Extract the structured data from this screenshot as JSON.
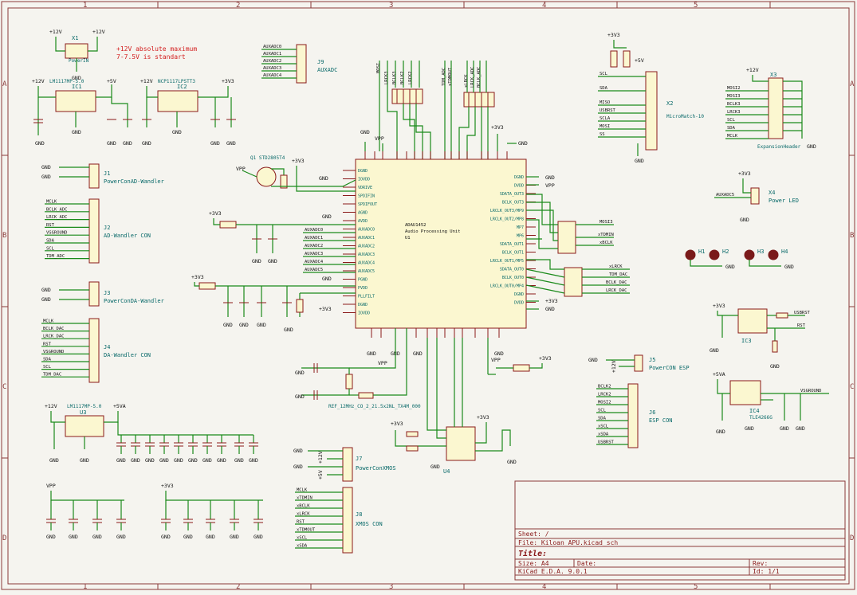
{
  "note": {
    "line1": "+12V absolute maximum",
    "line2": "7-7.5V is standart"
  },
  "frame": {
    "cols": [
      "1",
      "2",
      "3",
      "4",
      "5"
    ],
    "rows": [
      "A",
      "B",
      "C",
      "D"
    ]
  },
  "title_block": {
    "sheet": "Sheet: /",
    "file": "File: Kiloan APU.kicad_sch",
    "title": "Title:",
    "size": "Size: A4",
    "date": "Date:",
    "rev": "Rev:",
    "tool": "KiCad E.D.A. 9.0.1",
    "id": "Id: 1/1"
  },
  "main_ic": {
    "ref": "U1",
    "value": "ADAU1452",
    "desc": "Audio Processing Unit",
    "left_pins": [
      "DGND",
      "IOVDD",
      "VDRIVE",
      "SPDIFIN",
      "SPDIFOUT",
      "AGND",
      "AVDD",
      "AUXADC0",
      "AUXADC1",
      "AUXADC2",
      "AUXADC3",
      "AUXADC4",
      "AUXADC5",
      "PGND",
      "PVDD",
      "PLLFILT",
      "DGND",
      "IOVDD"
    ],
    "right_pins": [
      "DGND",
      "DVDD",
      "SDATA_OUT3",
      "BCLK_OUT3",
      "LRCLK_OUT3/MP9",
      "LRCLK_OUT2/MP8",
      "MP7",
      "MP6",
      "SDATA_OUT1",
      "BCLK_OUT1",
      "LRCLK_OUT1/MP5",
      "SDATA_OUT0",
      "BCLK_OUT0",
      "LRCLK_OUT0/MP4",
      "DGND",
      "DVDD"
    ]
  },
  "connectors": {
    "j1": {
      "ref": "J1",
      "name": "PowerConAD-Wandler",
      "pins": [
        "GND",
        "GND"
      ]
    },
    "j2": {
      "ref": "J2",
      "name": "AD-Wandler CON",
      "pins": [
        "MCLK",
        "BCLK_ADC",
        "LRCK_ADC",
        "RST",
        "VSGROUND",
        "SDA",
        "SCL",
        "TDM_ADC"
      ]
    },
    "j3": {
      "ref": "J3",
      "name": "PowerConDA-Wandler",
      "pins": [
        "GND",
        "GND"
      ]
    },
    "j4": {
      "ref": "J4",
      "name": "DA-Wandler CON",
      "pins": [
        "MCLK",
        "BCLK_DAC",
        "LRCK_DAC",
        "RST",
        "VSGROUND",
        "SDA",
        "SCL",
        "TDM_DAC"
      ]
    },
    "j5": {
      "ref": "J5",
      "name": "PowerCON ESP",
      "pins": [
        "GND",
        "+12V"
      ]
    },
    "j6": {
      "ref": "J6",
      "name": "ESP CON",
      "pins": [
        "BCLK2",
        "LRCK2",
        "MOSI2",
        "SCL",
        "SDA",
        "xSCL",
        "xSDA",
        "USBRST"
      ]
    },
    "j7": {
      "ref": "J7",
      "name": "PowerConXMOS",
      "pins": [
        "GND",
        "GND",
        "+12V",
        "+5V"
      ]
    },
    "j8": {
      "ref": "J8",
      "name": "XMOS CON",
      "pins": [
        "MCLK",
        "xTDMIN",
        "xBCLK",
        "xLRCK",
        "RST",
        "xTDMOUT",
        "xSCL",
        "xSDA"
      ]
    },
    "j9": {
      "ref": "J9",
      "name": "AUXADC",
      "pins": [
        "AUXADC0",
        "AUXADC1",
        "AUXADC2",
        "AUXADC3",
        "AUXADC4"
      ]
    },
    "x2": {
      "ref": "X2",
      "name": "MicroMatch-10",
      "pins": [
        "SCL",
        "SDA",
        "MISO",
        "USBRST",
        "SCLA",
        "MOSI",
        "SS"
      ]
    },
    "x3": {
      "ref": "X3",
      "name": "ExpansionHeader",
      "pins": [
        "MOSI2",
        "MOSI3",
        "BCLK3",
        "LRCK3",
        "SCL",
        "SDA",
        "MCLK"
      ]
    },
    "x4": {
      "ref": "X4",
      "name": "Power LED",
      "pins": [
        "AUXADC5",
        "GND"
      ]
    },
    "x1": {
      "ref": "X1",
      "name": "PowerIN"
    }
  },
  "regulators": {
    "ic1": {
      "ref": "IC1",
      "value": "LM1117MP-5.0"
    },
    "ic2": {
      "ref": "IC2",
      "value": "NCP1117LPSTT3"
    },
    "ic3": {
      "ref": "IC3"
    },
    "ic4": {
      "ref": "IC4",
      "value": "TLE4266G"
    },
    "u3": {
      "ref": "U3",
      "value": "LM1117MP-5.0"
    }
  },
  "rails": {
    "p12": "+12V",
    "p5": "+5V",
    "p3v3": "+3V3",
    "gnd": "GND",
    "vpp": "VPP",
    "p5va": "+5VA"
  },
  "top_bus": [
    "MOSI",
    "LRCK3",
    "BCLK3",
    "BCLK2",
    "LRCK2",
    "TDM_ADC",
    "xTDMOUT",
    "xLRCK",
    "LRCK_ADC",
    "BCLK_ADC"
  ],
  "misc": {
    "q1": "Q1 STD2805T4",
    "y1": "REF_12MHz_CO_2_21.5x2NL_TX4M_000",
    "eeprom": "U4",
    "h": [
      "H1",
      "H2",
      "H3",
      "H4"
    ]
  }
}
